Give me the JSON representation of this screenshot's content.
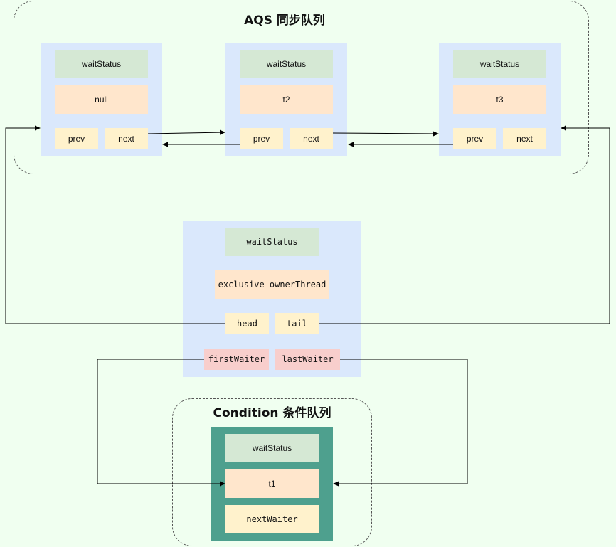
{
  "aqs_queue": {
    "title": "AQS 同步队列",
    "nodes": [
      {
        "status": "waitStatus",
        "thread": "null",
        "prev": "prev",
        "next": "next"
      },
      {
        "status": "waitStatus",
        "thread": "t2",
        "prev": "prev",
        "next": "next"
      },
      {
        "status": "waitStatus",
        "thread": "t3",
        "prev": "prev",
        "next": "next"
      }
    ]
  },
  "aqs_object": {
    "status": "waitStatus",
    "owner": "exclusive ownerThread",
    "head": "head",
    "tail": "tail",
    "first_waiter": "firstWaiter",
    "last_waiter": "lastWaiter"
  },
  "condition_queue": {
    "title": "Condition 条件队列",
    "node": {
      "status": "waitStatus",
      "thread": "t1",
      "next_waiter": "nextWaiter"
    }
  },
  "colors": {
    "node_bg": "#dae8fc",
    "condition_node_bg": "#4ea08e",
    "status_bg": "#d5e8d4",
    "thread_bg": "#ffe6cc",
    "pointer_bg": "#fff2cc",
    "waiter_bg": "#f8cecc",
    "page_bg": "#f0fff0"
  }
}
